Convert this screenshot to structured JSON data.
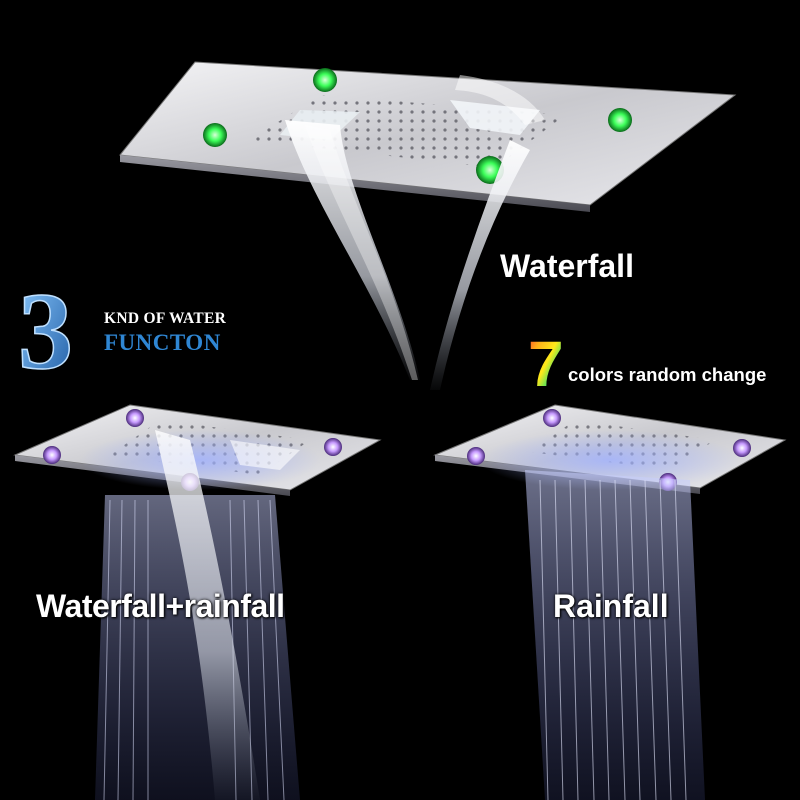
{
  "labels": {
    "waterfall": "Waterfall",
    "combo": "Waterfall+rainfall",
    "rainfall": "Rainfall"
  },
  "badge": {
    "number": "3",
    "line1": "KND OF WATER",
    "line2": "FUNCTON"
  },
  "colors_badge": {
    "number": "7",
    "text": "colors random change"
  },
  "palette": {
    "background": "#000000",
    "badge_blue": "#2f86d3",
    "led_green": "#3dff5a",
    "led_purple": "#b070ff",
    "rain_blue": "#a9b4ff"
  }
}
